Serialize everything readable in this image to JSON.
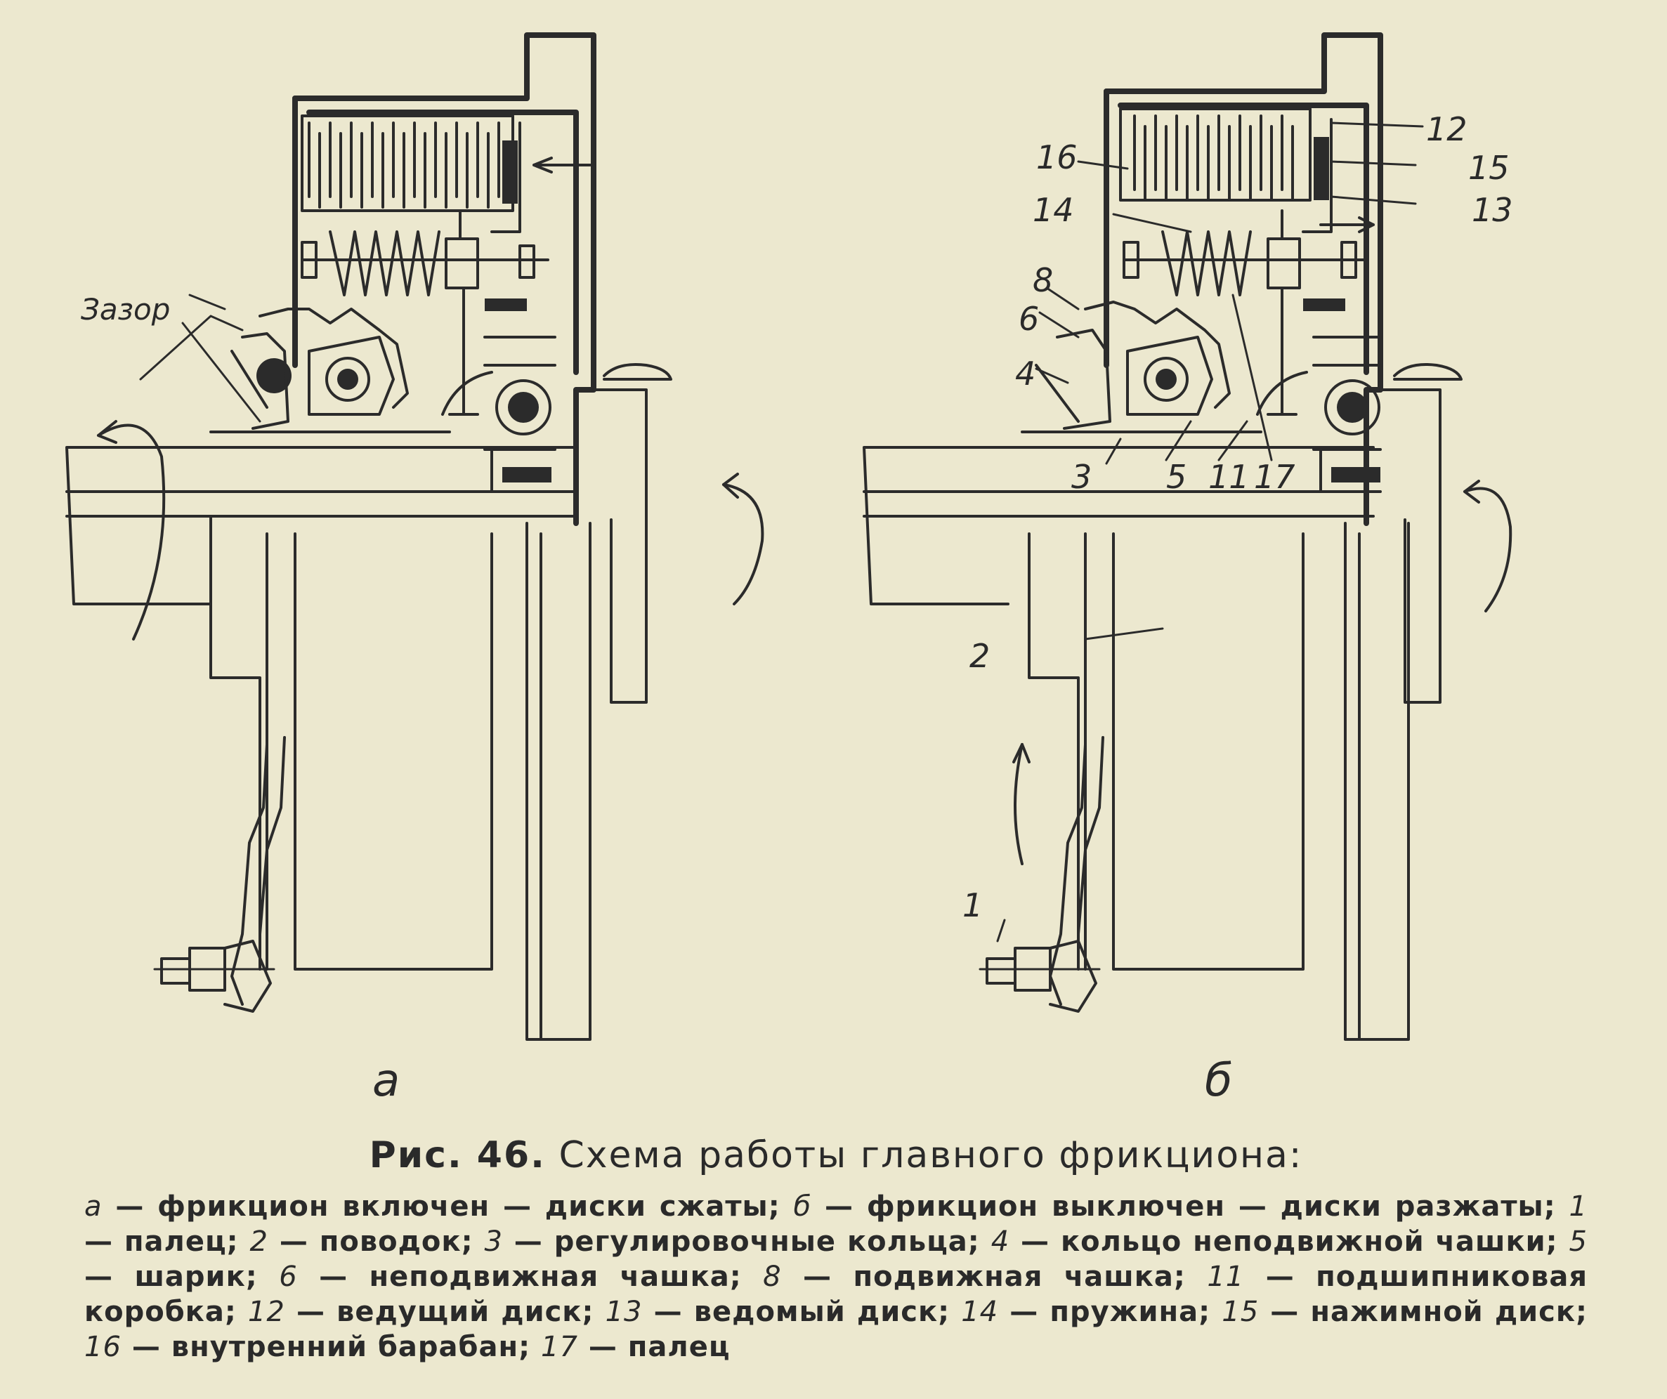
{
  "figure": {
    "panel_a": {
      "letter": "а",
      "gap_label": "Зазор"
    },
    "panel_b": {
      "letter": "б",
      "callouts": [
        "12",
        "16",
        "15",
        "14",
        "13",
        "8",
        "6",
        "4",
        "3",
        "5",
        "11",
        "17",
        "2",
        "1"
      ]
    }
  },
  "caption": {
    "fig_number": "Рис. 46.",
    "title": "Схема работы главного фрикциона:",
    "legend": [
      {
        "key": "а",
        "text": "фрикцион включен — диски сжаты;"
      },
      {
        "key": "б",
        "text": "фрикцион выключен — диски разжаты;"
      },
      {
        "key": "1",
        "text": "палец;"
      },
      {
        "key": "2",
        "text": "поводок;"
      },
      {
        "key": "3",
        "text": "регулировочные кольца;"
      },
      {
        "key": "4",
        "text": "кольцо неподвижной чашки;"
      },
      {
        "key": "5",
        "text": "шарик;"
      },
      {
        "key": "6",
        "text": "неподвижная чашка;"
      },
      {
        "key": "8",
        "text": "подвижная чашка;"
      },
      {
        "key": "11",
        "text": "подшипниковая коробка;"
      },
      {
        "key": "12",
        "text": "ведущий диск;"
      },
      {
        "key": "13",
        "text": "ведомый диск;"
      },
      {
        "key": "14",
        "text": "пружина;"
      },
      {
        "key": "15",
        "text": "нажимной диск;"
      },
      {
        "key": "16",
        "text": "внутренний барабан;"
      },
      {
        "key": "17",
        "text": "палец"
      }
    ]
  }
}
